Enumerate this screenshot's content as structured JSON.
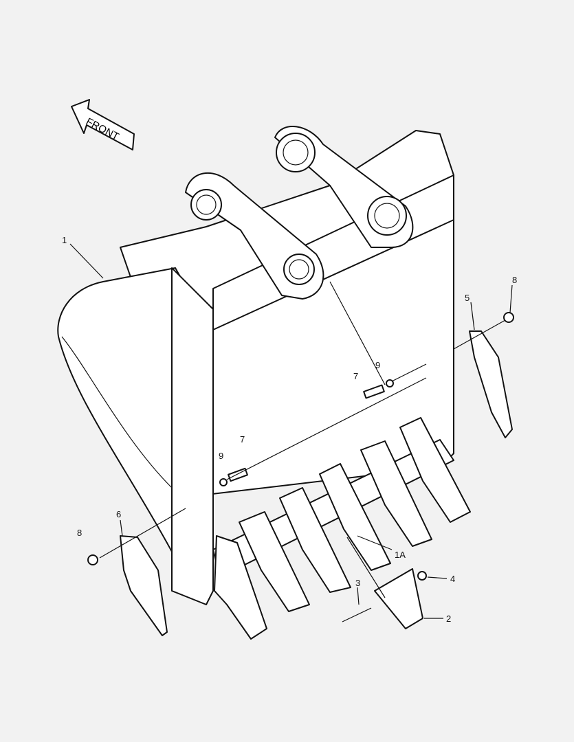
{
  "diagram": {
    "front_arrow_label": "FRONT",
    "callouts": [
      {
        "id": "c1",
        "text": "1"
      },
      {
        "id": "c1a",
        "text": "1A"
      },
      {
        "id": "c2",
        "text": "2"
      },
      {
        "id": "c3",
        "text": "3"
      },
      {
        "id": "c4",
        "text": "4"
      },
      {
        "id": "c5",
        "text": "5"
      },
      {
        "id": "c6",
        "text": "6"
      },
      {
        "id": "c7a",
        "text": "7"
      },
      {
        "id": "c7b",
        "text": "7"
      },
      {
        "id": "c8a",
        "text": "8"
      },
      {
        "id": "c8b",
        "text": "8"
      },
      {
        "id": "c9a",
        "text": "9"
      },
      {
        "id": "c9b",
        "text": "9"
      }
    ]
  }
}
